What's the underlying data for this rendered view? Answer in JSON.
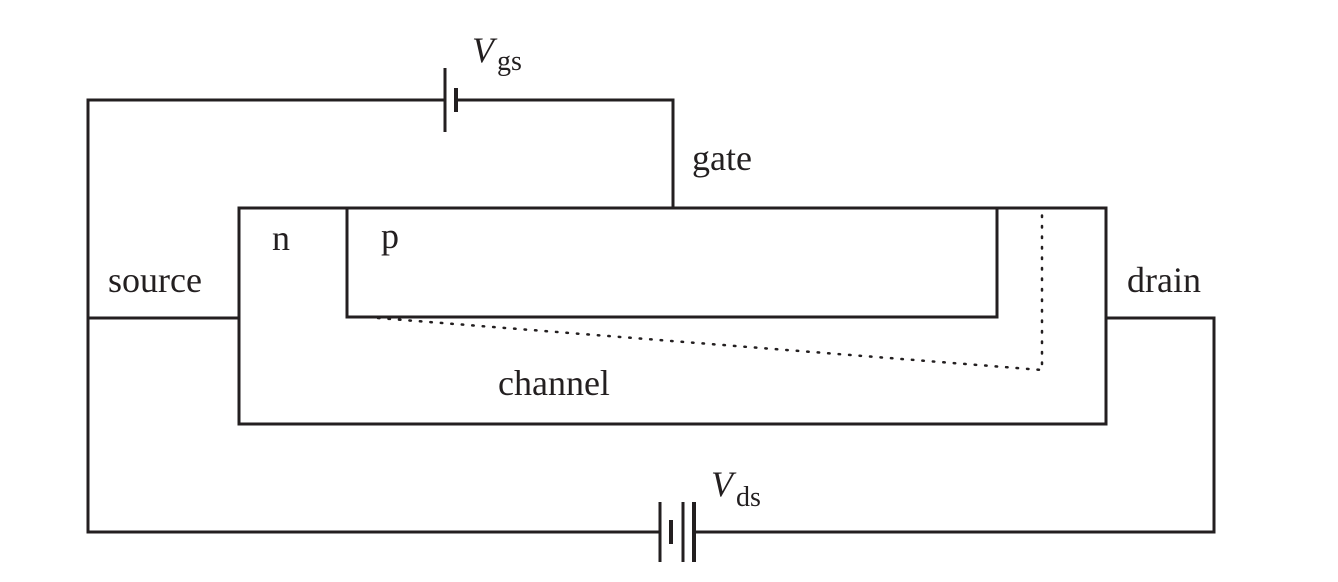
{
  "labels": {
    "gate": "gate",
    "source": "source",
    "drain": "drain",
    "channel": "channel",
    "n_region": "n",
    "p_region": "p"
  },
  "batteries": {
    "gate_source": {
      "symbol": "V",
      "subscript": "gs"
    },
    "drain_source": {
      "symbol": "V",
      "subscript": "ds"
    }
  },
  "colors": {
    "line": "#231f20",
    "background": "#ffffff"
  }
}
